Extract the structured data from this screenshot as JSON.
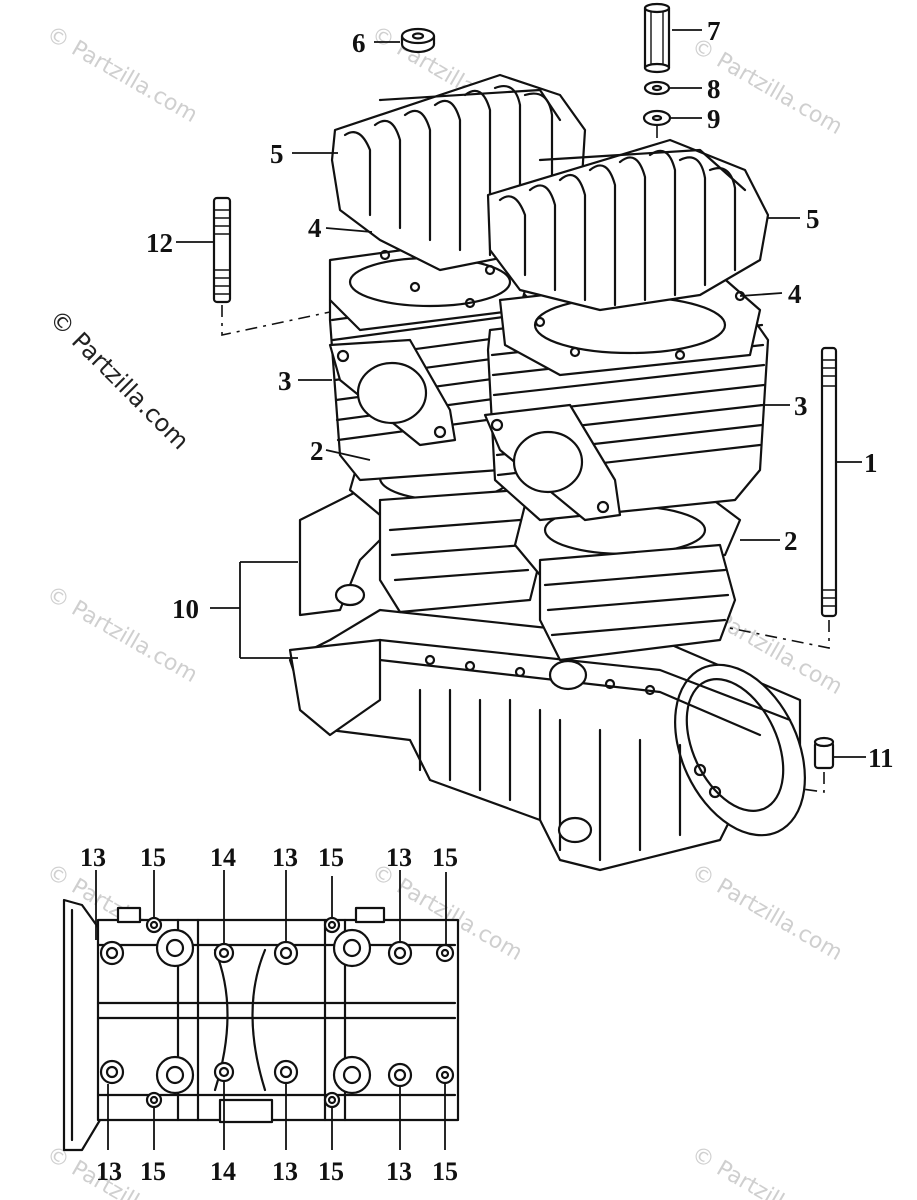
{
  "watermark": {
    "text": "© Partzilla.com"
  },
  "callouts": {
    "c1": "1",
    "c2a": "2",
    "c2b": "2",
    "c3a": "3",
    "c3b": "3",
    "c4a": "4",
    "c4b": "4",
    "c5a": "5",
    "c5b": "5",
    "c6": "6",
    "c7": "7",
    "c8": "8",
    "c9": "9",
    "c10": "10",
    "c11": "11",
    "c12": "12"
  },
  "bottom_view": {
    "top_labels": [
      "13",
      "15",
      "14",
      "13",
      "15",
      "13",
      "15"
    ],
    "bottom_labels": [
      "13",
      "15",
      "14",
      "13",
      "15",
      "13",
      "15"
    ]
  }
}
